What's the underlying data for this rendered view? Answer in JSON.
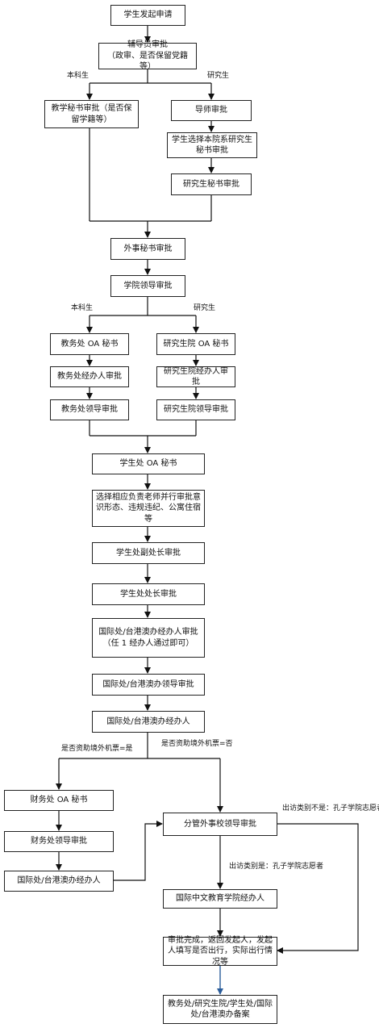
{
  "nodes": {
    "start": "学生发起申请",
    "counselor": "辅导员审批",
    "counselor_note": "（政审、是否保留党籍等）",
    "acad_sec": "教学秘书审批（是否保留学籍等）",
    "advisor": "导师审批",
    "choose_grad_sec": "学生选择本院系研究生秘书审批",
    "grad_sec": "研究生秘书审批",
    "foreign_sec": "外事秘书审批",
    "school_leader": "学院领导审批",
    "acad_oa": "教务处 OA 秘书",
    "acad_handler": "教务处经办人审批",
    "acad_leader": "教务处领导审批",
    "grad_oa": "研究生院 OA 秘书",
    "grad_handler": "研究生院经办人审批",
    "grad_leader": "研究生院领导审批",
    "stu_oa": "学生处 OA 秘书",
    "stu_choose": "选择相应负责老师并行审批意识形态、违规违纪、公寓住宿等",
    "stu_deputy": "学生处副处长审批",
    "stu_head": "学生处处长审批",
    "intl_handler": "国际处/台港澳办经办人审批",
    "intl_handler_note": "（任 1 经办人通过即可）",
    "intl_leader": "国际处/台港澳办领导审批",
    "intl_handler2": "国际处/台港澳办经办人",
    "fin_oa": "财务处 OA 秘书",
    "fin_leader": "财务处领导审批",
    "intl_handler3": "国际处/台港澳办经办人",
    "foreign_affairs_leader": "分管外事校领导审批",
    "confucius": "国际中文教育学院经办人",
    "complete": "审批完成，返回发起人，发起人填写是否出行，实际出行情况等",
    "archive": "教务处/研究生院/学生处/国际处/台港澳办备案"
  },
  "labels": {
    "undergrad": "本科生",
    "graduate": "研究生",
    "funded_yes": "是否资助境外机票=是",
    "funded_no": "是否资助境外机票=否",
    "visit_not_confucius": "出访类别不是：孔子学院志愿者",
    "visit_confucius": "出访类别是：孔子学院志愿者"
  }
}
